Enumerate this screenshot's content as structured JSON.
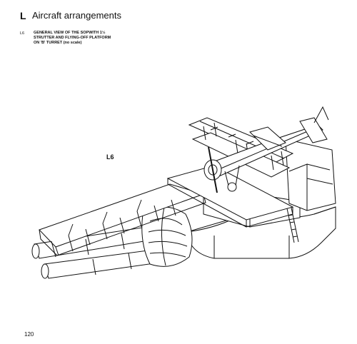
{
  "header": {
    "section_letter": "L",
    "section_title": "Aircraft arrangements"
  },
  "figure": {
    "number": "L6",
    "caption": "GENERAL VIEW OF THE SOPWITH 1½ STRUTTER AND FLYING-OFF PLATFORM ON 'B' TURRET (no scale)",
    "callout": "L6"
  },
  "footer": {
    "page_number": "120"
  }
}
